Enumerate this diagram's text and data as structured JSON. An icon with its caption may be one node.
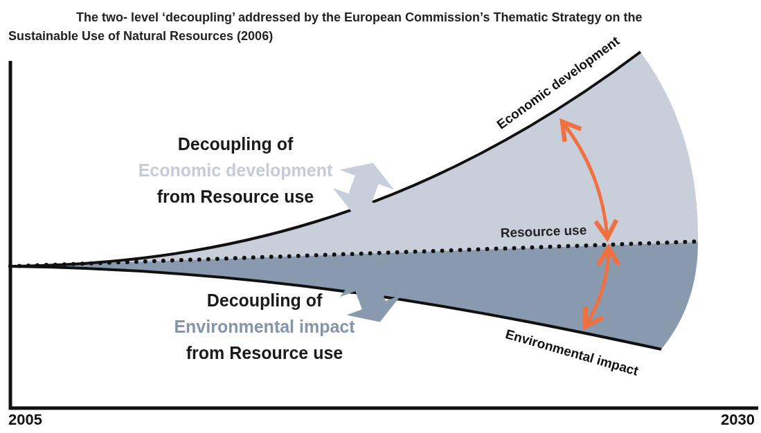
{
  "diagram": {
    "title": "The two- level ‘decoupling’ addressed by the European Commission’s Thematic Strategy on the Sustainable Use of Natural Resources (2006)",
    "labels": [
      "Decoupling of",
      "Economic development",
      "from Resource use",
      "Economic development",
      "Resource use",
      "Decoupling of",
      "Environmental impact",
      "from Resource use",
      "Environmental impact",
      "2005",
      "2030"
    ]
  }
}
